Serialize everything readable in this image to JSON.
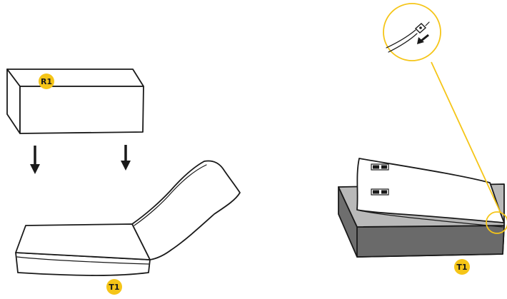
{
  "step_left": {
    "box_label": "R1",
    "cushion_label": "T1"
  },
  "step_right": {
    "base_label": "T1"
  },
  "colors": {
    "badge": "#f5c518",
    "leader_line": "#f5c518",
    "base_top": "#b9b9b9",
    "base_side": "#6e6e6e",
    "outline": "#1a1a1a"
  },
  "icons": {
    "down_arrow": "arrow-down-icon",
    "detail_arrow": "arrow-down-left-icon",
    "zipper_pull": "zipper-pull-icon"
  }
}
